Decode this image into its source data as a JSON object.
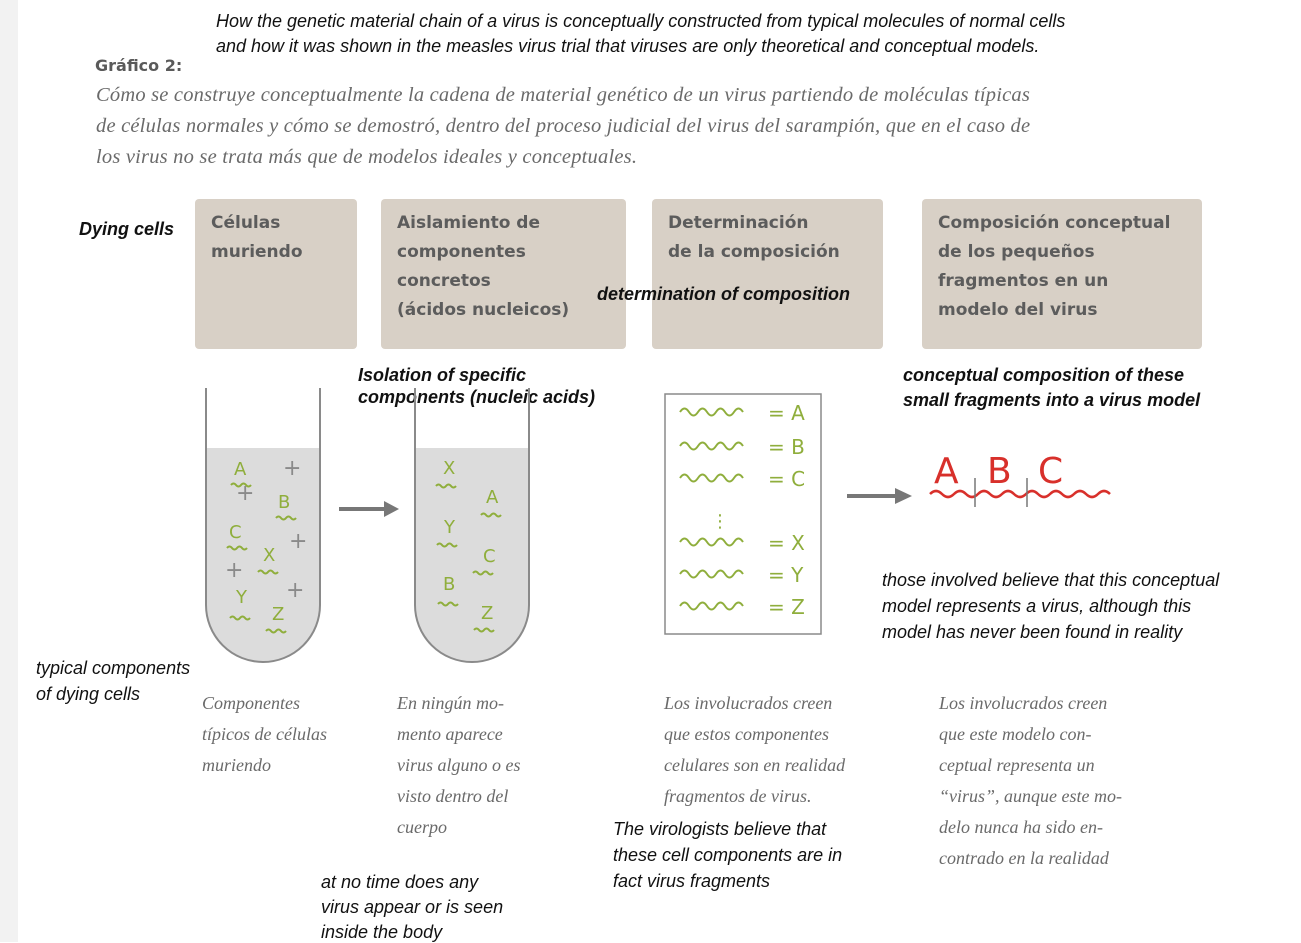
{
  "english": {
    "title_line1": "How the genetic material chain of a virus is conceptually constructed from typical molecules of normal cells",
    "title_line2": "and how it was shown in the measles virus trial that viruses are only theoretical and conceptual models.",
    "dying_cells": "Dying cells",
    "isolation_line1": "Isolation of specific",
    "isolation_line2": "components (nucleic acids)",
    "determination": "determination of composition",
    "conceptual_line1": "conceptual composition of these",
    "conceptual_line2": "small fragments into a virus model",
    "model_note_line1": "those involved believe that this conceptual",
    "model_note_line2": "model represents a virus, although this",
    "model_note_line3": "model has never been found in reality",
    "typical_line1": "typical components",
    "typical_line2": "of dying cells",
    "virologists_line1": "The virologists believe that",
    "virologists_line2": "these cell components are in",
    "virologists_line3": "fact virus fragments",
    "no_time_line1": "at no time does any",
    "no_time_line2": "virus appear or is seen",
    "no_time_line3": "inside the body"
  },
  "spanish": {
    "label": "Gráfico 2:",
    "subtitle_line1": "Cómo se construye conceptualmente la cadena de material genético de un virus partiendo de moléculas típicas",
    "subtitle_line2": "de células normales y cómo se demostró, dentro del proceso judicial del virus del sarampión, que en el caso de",
    "subtitle_line3": "los virus no se trata más que de modelos ideales y conceptuales."
  },
  "stages": [
    {
      "label": "Células\nmuriendo"
    },
    {
      "label": "Aislamiento de\ncomponentes\nconcretos\n(ácidos nucleicos)"
    },
    {
      "label": "Determinación\nde la composición"
    },
    {
      "label": "Composición conceptual\nde los pequeños\nfragmentos en un\nmodelo del virus"
    }
  ],
  "captions": [
    {
      "text": "Componentes\ntípicos de células\nmuriendo"
    },
    {
      "text": "En ningún mo-\nmento aparece\nvirus alguno o es\nvisto dentro del\ncuerpo"
    },
    {
      "text": "Los involucrados creen\nque estos componentes\ncelulares son en realidad\nfragmentos de virus."
    },
    {
      "text": "Los involucrados creen\nque este modelo con-\nceptual representa un\n“virus”, aunque este mo-\ndelo nunca ha sido en-\ncontrado en la realidad"
    }
  ],
  "tube1": {
    "letters": [
      "A",
      "B",
      "C",
      "X",
      "Y",
      "Z"
    ],
    "plus": "+"
  },
  "tube2": {
    "letters": [
      "X",
      "A",
      "Y",
      "C",
      "B",
      "Z"
    ]
  },
  "key": {
    "rows": [
      {
        "eq": "= A"
      },
      {
        "eq": "= B"
      },
      {
        "eq": "= C"
      },
      {
        "eq": "= X"
      },
      {
        "eq": "= Y"
      },
      {
        "eq": "= Z"
      }
    ],
    "dots": "⋮"
  },
  "model": {
    "letters": [
      "A",
      "B",
      "C"
    ]
  },
  "colors": {
    "stage_box": "#d8d0c6",
    "green": "#8fae3c",
    "red": "#d8302b",
    "tube_fill": "#dcdcdc"
  }
}
